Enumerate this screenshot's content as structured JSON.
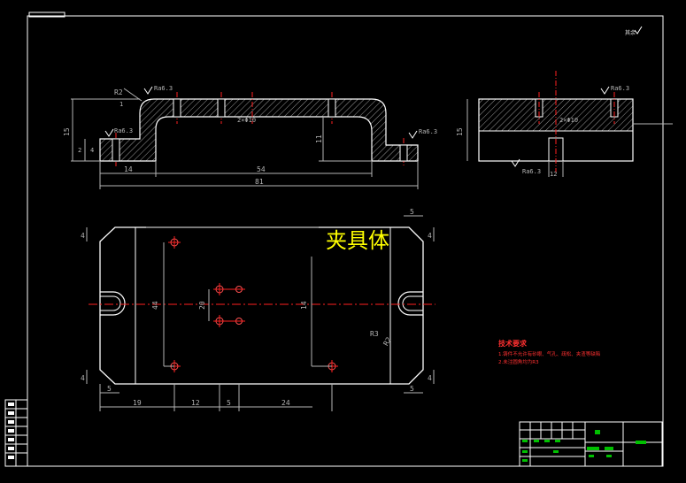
{
  "drawing": {
    "title": "夹具体",
    "roughness_note": "其余",
    "colors": {
      "background": "#000000",
      "outline": "#ffffff",
      "dimension": "#b4b4b4",
      "centerline": "#ff2020",
      "title_text": "#ffff00",
      "title_block": "#00c000"
    }
  },
  "front_view": {
    "dims": {
      "r2": "R2",
      "height_left": "15",
      "a": "2",
      "b": "4",
      "c": "1",
      "height_right": "11",
      "w14": "14",
      "w54": "54",
      "w81": "81",
      "hole": "2×Φ10",
      "ra_1": "Ra6.3",
      "ra_2": "Ra6.3",
      "ra_3": "Ra6.3"
    }
  },
  "side_view": {
    "dims": {
      "height": "15",
      "hole": "2×Φ10",
      "width": "12",
      "ra_1": "Ra6.3",
      "ra_2": "Ra6.3"
    }
  },
  "top_view": {
    "dims": {
      "top_right_5": "5",
      "left_4_top": "4",
      "left_4_bot": "4",
      "right_4_top": "4",
      "right_4_bot": "4",
      "bottom_left_5": "5",
      "bottom_right_5": "5",
      "r3": "R3",
      "r2": "R2",
      "w19": "19",
      "w12": "12",
      "w5": "5",
      "w24": "24",
      "vertical_left": "44",
      "vertical_mid": "20",
      "vertical_right": "14"
    }
  },
  "technical_requirements": {
    "heading": "技术要求",
    "items": [
      "1.铸件不允许有砂眼、气孔、疏松、夹渣等缺陷",
      "2.未注圆角均为R3"
    ]
  }
}
